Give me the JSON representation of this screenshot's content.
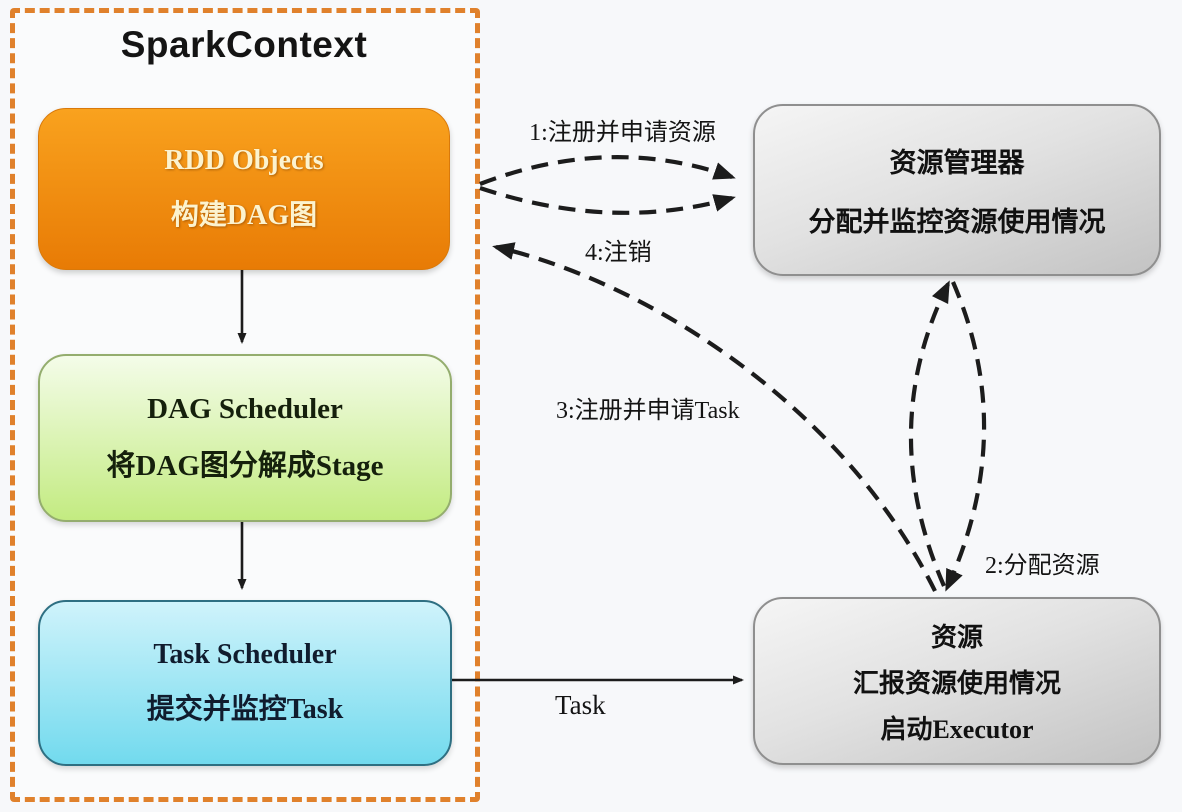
{
  "diagram": {
    "title": "SparkContext",
    "nodes": {
      "rdd": {
        "line1": "RDD Objects",
        "line2": "构建DAG图"
      },
      "dag": {
        "line1": "DAG Scheduler",
        "line2": "将DAG图分解成Stage"
      },
      "task": {
        "line1": "Task Scheduler",
        "line2": "提交并监控Task"
      },
      "resource_manager": {
        "line1": "资源管理器",
        "line2": "分配并监控资源使用情况"
      },
      "resource": {
        "line1": "资源",
        "line2": "汇报资源使用情况",
        "line3": "启动Executor"
      }
    },
    "edge_labels": {
      "register_apply_resource": "1:注册并申请资源",
      "allocate_resource": "2:分配资源",
      "register_apply_task": "3:注册并申请Task",
      "unregister": "4:注销",
      "task": "Task"
    }
  },
  "colors": {
    "page_bg": "#f7f8fa",
    "border_dashed": "#e0812c",
    "orange_top": "#f9a21e",
    "orange_bottom": "#e87b05",
    "cream_text": "#fcf3cf",
    "green_top": "#f4fce9",
    "green_bottom": "#c3eb81",
    "cyan_top": "#cff3fb",
    "cyan_bottom": "#72daee",
    "gray_top": "#f5f5f5",
    "gray_bottom": "#c3c3c3",
    "arrow": "#1c1c1c"
  }
}
